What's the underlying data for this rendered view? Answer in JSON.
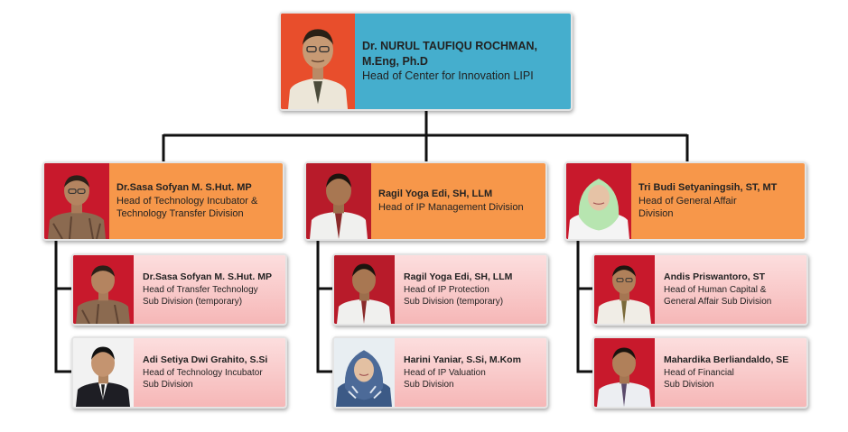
{
  "top": {
    "name_line1": "Dr. NURUL TAUFIQU ROCHMAN,",
    "name_line2": "M.Eng, Ph.D",
    "title": "Head of Center for Innovation LIPI"
  },
  "divisions": [
    {
      "name": "Dr.Sasa Sofyan M. S.Hut. MP",
      "title_line1": "Head of Technology Incubator &",
      "title_line2": "Technology  Transfer Division",
      "subs": [
        {
          "name": "Dr.Sasa Sofyan M. S.Hut. MP",
          "line1": "Head of Transfer Technology",
          "line2": "Sub Division  (temporary)"
        },
        {
          "name": "Adi Setiya Dwi Grahito, S.Si",
          "line1": "Head of Technology Incubator",
          "line2": "Sub Division"
        }
      ]
    },
    {
      "name": "Ragil Yoga Edi, SH, LLM",
      "title_line1": "Head of IP Management Division",
      "title_line2": "",
      "subs": [
        {
          "name": "Ragil Yoga Edi, SH, LLM",
          "line1": "Head of IP Protection",
          "line2": "Sub Division  (temporary)"
        },
        {
          "name": "Harini Yaniar, S.Si, M.Kom",
          "line1": "Head of IP Valuation",
          "line2": "Sub Division"
        }
      ]
    },
    {
      "name": "Tri Budi Setyaningsih, ST, MT",
      "title_line1": "Head of General Affair",
      "title_line2": "Division",
      "subs": [
        {
          "name": "Andis Priswantoro, ST",
          "line1": "Head of Human Capital &",
          "line2": "General Affair Sub Division"
        },
        {
          "name": "Mahardika Berliandaldo, SE",
          "line1": "Head of Financial",
          "line2": "Sub Division"
        }
      ]
    }
  ],
  "colors": {
    "top_info": "#45aecd",
    "division_info": "#f7974a",
    "subdivision_info": "#f6b7b7",
    "connector": "#111111"
  }
}
